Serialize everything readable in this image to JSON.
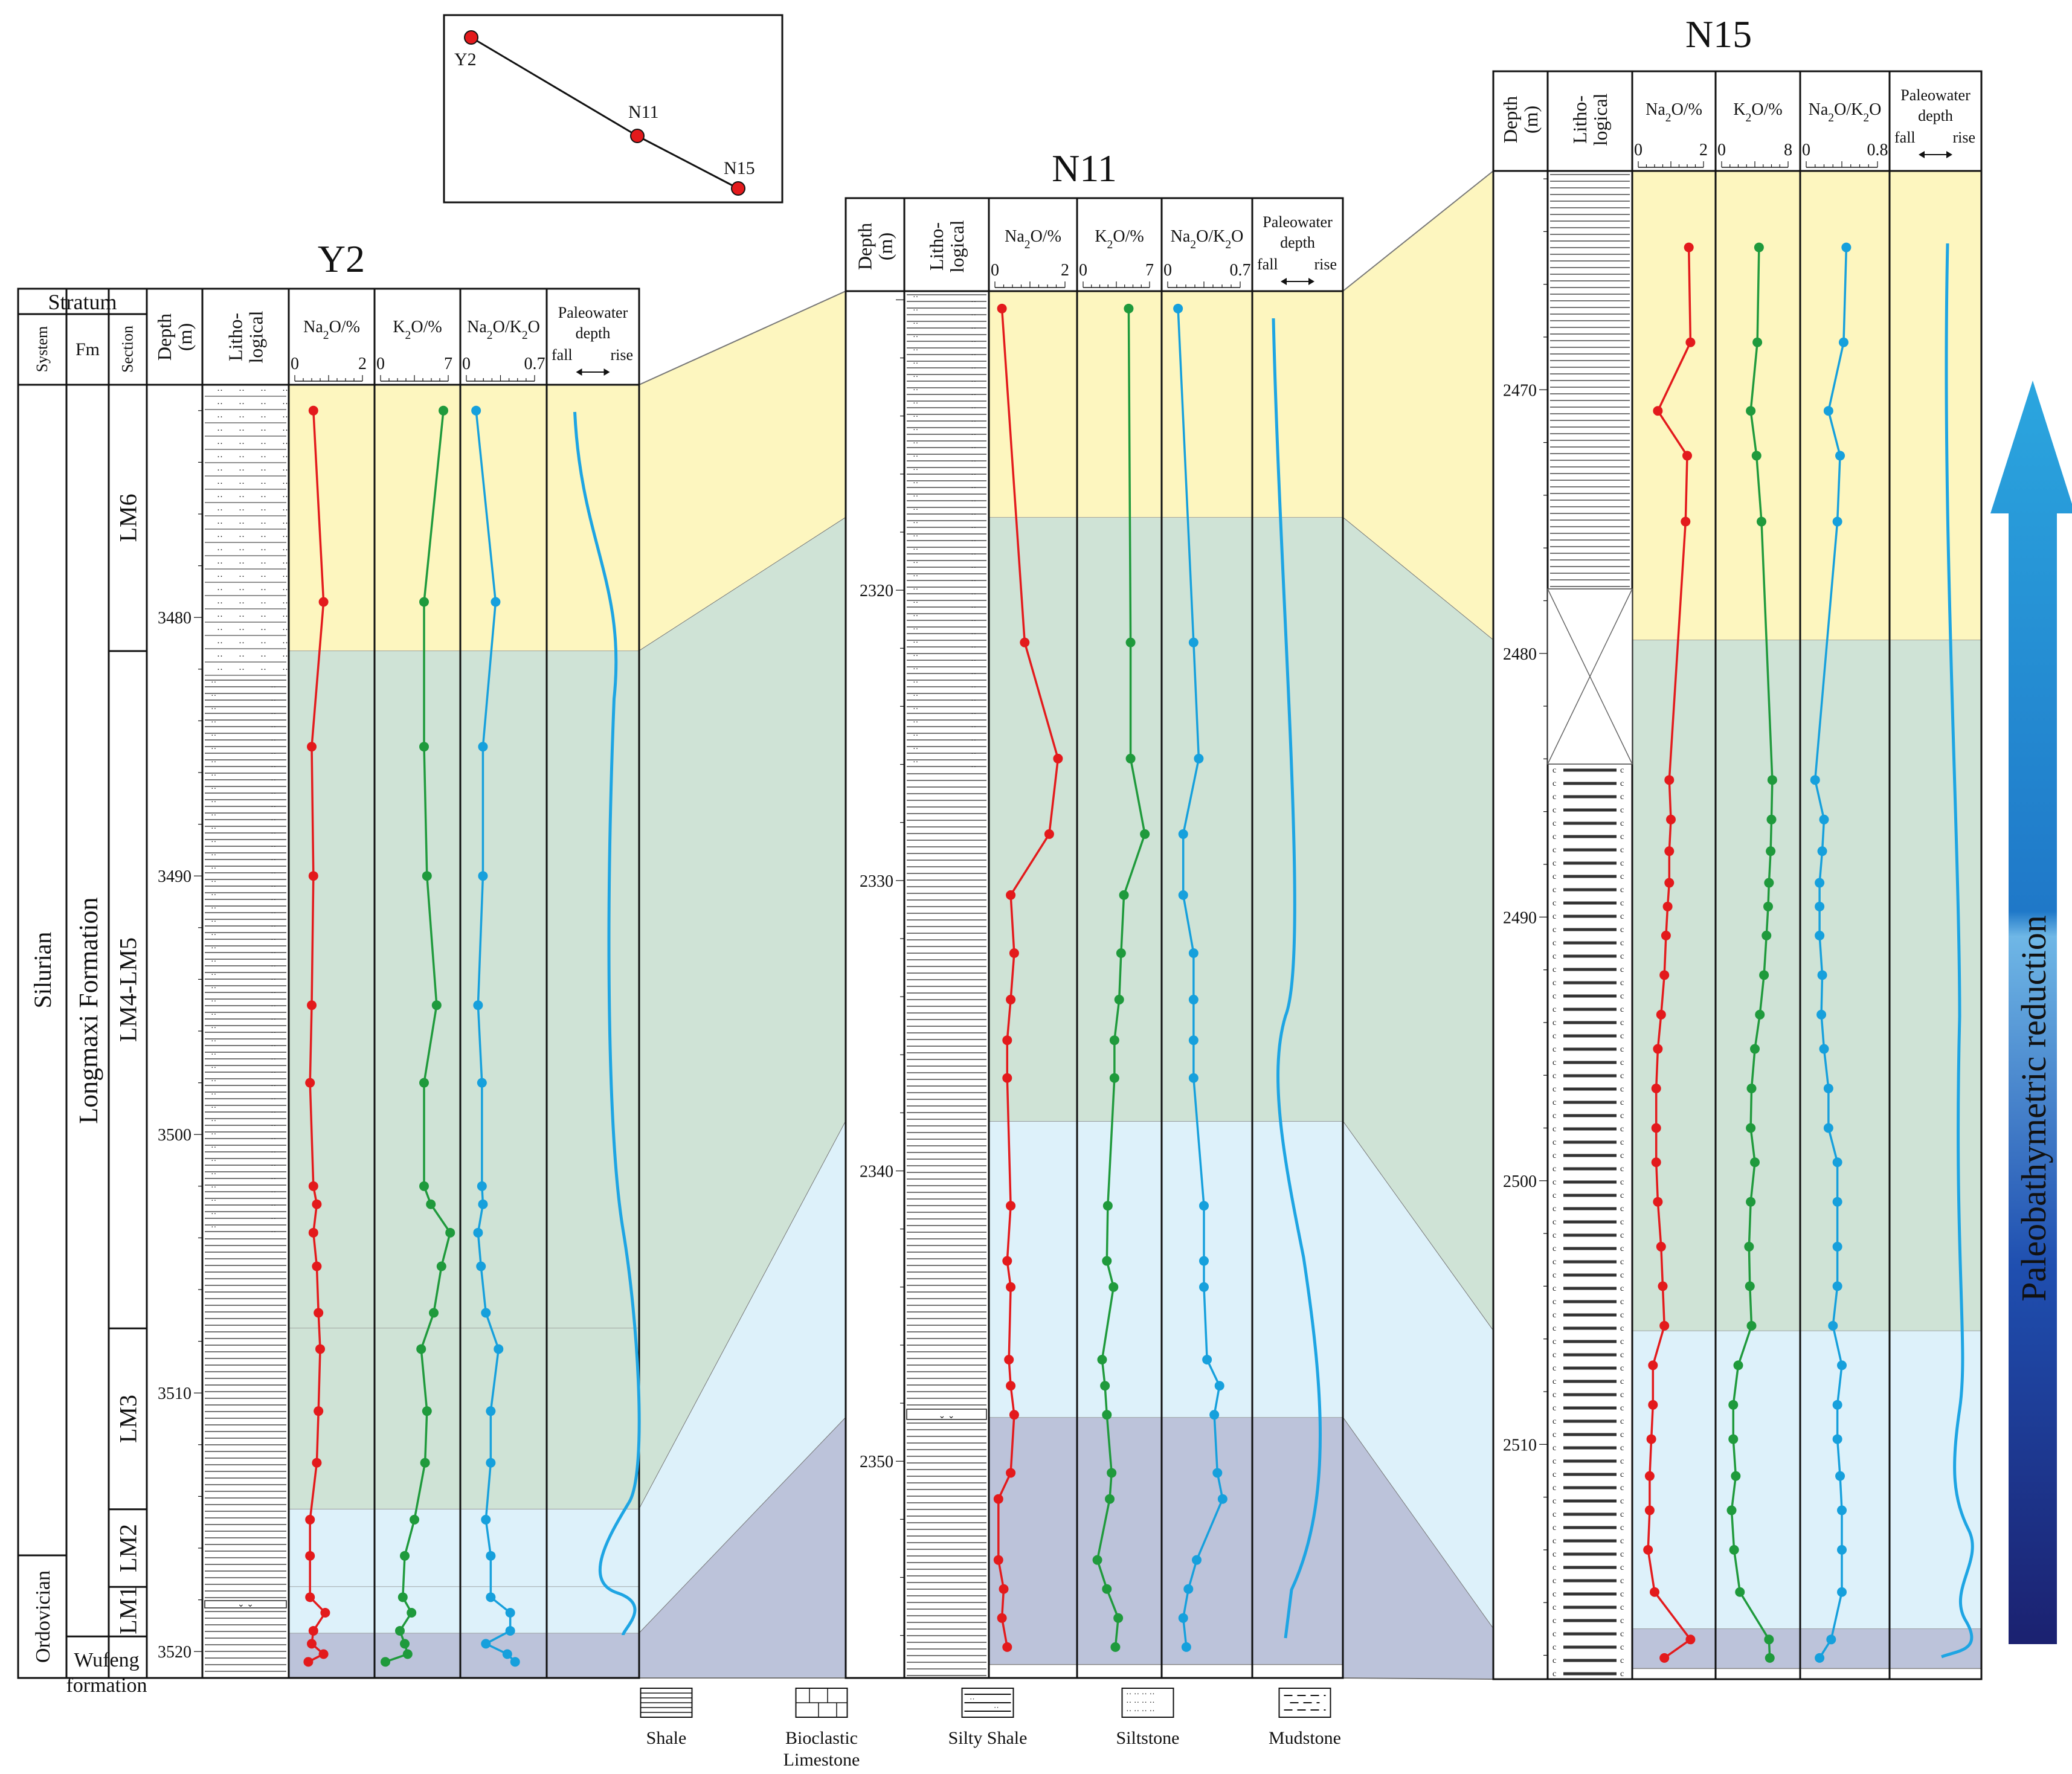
{
  "page": {
    "background": "#ffffff",
    "colors": {
      "na2o": "#e31a1c",
      "k2o": "#1f9a3c",
      "ratio": "#16a0dc",
      "paleo": "#1ea5e3",
      "lm6_band": "#fdf6bf",
      "lm4_band": "#cfe3d6",
      "lm2_band": "#ddf1fa",
      "wufeng_band": "#bcc3da"
    }
  },
  "location_map": {
    "wells": [
      "Y2",
      "N11",
      "N15"
    ]
  },
  "headers": {
    "stratum": "Stratum",
    "system": "System",
    "fm": "Fm",
    "section": "Section",
    "depth_l1": "Depth",
    "depth_l2": "(m)",
    "litho_l1": "Litho-",
    "litho_l2": "logical",
    "na2o": "Na₂O/%",
    "k2o": "K₂O/%",
    "ratio": "Na₂O/K₂O",
    "paleo_l1": "Paleowater",
    "paleo_l2": "depth",
    "paleo_fall": "fall",
    "paleo_rise": "rise"
  },
  "stratigraphy": {
    "silurian": "Silurian",
    "ordovician": "Ordovician",
    "longmaxi": "Longmaxi Formation",
    "wufeng_l1": "Wufeng",
    "wufeng_l2": "formation",
    "sections": [
      "LM6",
      "LM4-LM5",
      "LM3",
      "LM2",
      "LM1"
    ]
  },
  "arrow_label": "Paleobathymetric reduction",
  "legend": [
    {
      "key": "shale",
      "label": "Shale"
    },
    {
      "key": "bioclastic",
      "label": "Bioclastic",
      "label2": "Limestone"
    },
    {
      "key": "silty",
      "label": "Silty Shale"
    },
    {
      "key": "siltstone",
      "label": "Siltstone"
    },
    {
      "key": "mudstone",
      "label": "Mudstone"
    }
  ],
  "chart_data": [
    {
      "type": "line",
      "well": "Y2",
      "depth_range_m": [
        3471,
        3521
      ],
      "depth_ticks": [
        3480,
        3490,
        3500,
        3510,
        3520
      ],
      "scales": {
        "na2o": [
          0,
          2
        ],
        "k2o": [
          0,
          7
        ],
        "ratio": [
          0,
          0.7
        ]
      },
      "scale_labels": {
        "na2o": [
          "0",
          "2"
        ],
        "k2o": [
          "0",
          "7"
        ],
        "ratio": [
          "0",
          "0.7"
        ]
      },
      "zones": [
        {
          "name": "LM6",
          "top": 3471,
          "base": 3481.3
        },
        {
          "name": "LM4-LM5",
          "top": 3481.3,
          "base": 3507.5
        },
        {
          "name": "LM3",
          "top": 3507.5,
          "base": 3514.5
        },
        {
          "name": "LM2",
          "top": 3514.5,
          "base": 3517.5
        },
        {
          "name": "LM1",
          "top": 3517.5,
          "base": 3519.3
        },
        {
          "name": "Wufeng",
          "top": 3519.3,
          "base": 3521
        }
      ],
      "series": [
        {
          "name": "Na2O",
          "depth": [
            3472,
            3479.4,
            3485,
            3490,
            3495,
            3498,
            3502,
            3502.7,
            3503.8,
            3505.1,
            3506.9,
            3508.3,
            3510.7,
            3512.7,
            3514.9,
            3516.3,
            3517.9,
            3518.5,
            3519.2,
            3519.7,
            3520.1,
            3520.4
          ],
          "values": [
            0.55,
            0.85,
            0.5,
            0.55,
            0.5,
            0.45,
            0.55,
            0.65,
            0.55,
            0.65,
            0.7,
            0.75,
            0.7,
            0.65,
            0.45,
            0.45,
            0.45,
            0.9,
            0.55,
            0.5,
            0.85,
            0.4
          ]
        },
        {
          "name": "K2O",
          "depth": [
            3472,
            3479.4,
            3485,
            3490,
            3495,
            3498,
            3502,
            3502.7,
            3503.8,
            3505.1,
            3506.9,
            3508.3,
            3510.7,
            3512.7,
            3514.9,
            3516.3,
            3517.9,
            3518.5,
            3519.2,
            3519.7,
            3520.1,
            3520.4
          ],
          "values": [
            6.5,
            4.5,
            4.5,
            4.8,
            5.8,
            4.5,
            4.5,
            5.2,
            7.2,
            6.3,
            5.5,
            4.2,
            4.8,
            4.6,
            3.5,
            2.5,
            2.3,
            3.2,
            2.0,
            2.5,
            2.8,
            0.5
          ]
        },
        {
          "name": "Na2O/K2O",
          "depth": [
            3472,
            3479.4,
            3485,
            3490,
            3495,
            3498,
            3502,
            3502.7,
            3503.8,
            3505.1,
            3506.9,
            3508.3,
            3510.7,
            3512.7,
            3514.9,
            3516.3,
            3517.9,
            3518.5,
            3519.2,
            3519.7,
            3520.1,
            3520.4
          ],
          "values": [
            0.1,
            0.3,
            0.17,
            0.17,
            0.12,
            0.16,
            0.16,
            0.17,
            0.12,
            0.15,
            0.2,
            0.33,
            0.25,
            0.25,
            0.2,
            0.25,
            0.25,
            0.45,
            0.45,
            0.2,
            0.42,
            0.5
          ]
        }
      ]
    },
    {
      "type": "line",
      "well": "N11",
      "depth_range_m": [
        2309.7,
        2357
      ],
      "depth_ticks": [
        2320,
        2330,
        2340,
        2350
      ],
      "scales": {
        "na2o": [
          0,
          2
        ],
        "k2o": [
          0,
          7
        ],
        "ratio": [
          0,
          0.7
        ]
      },
      "scale_labels": {
        "na2o": [
          "0",
          "2"
        ],
        "k2o": [
          "0",
          "7"
        ],
        "ratio": [
          "0",
          "0.7"
        ]
      },
      "zones": [
        {
          "name": "LM6",
          "top": 2309.7,
          "base": 2317.5
        },
        {
          "name": "LM4-LM5",
          "top": 2317.5,
          "base": 2338.3
        },
        {
          "name": "LM2",
          "top": 2338.3,
          "base": 2348.5
        },
        {
          "name": "Wufeng",
          "top": 2348.5,
          "base": 2357
        }
      ],
      "series": [
        {
          "name": "Na2O",
          "depth": [
            2310.3,
            2321.8,
            2325.8,
            2328.4,
            2330.5,
            2332.5,
            2334.1,
            2335.5,
            2336.8,
            2341.2,
            2343.1,
            2344,
            2346.5,
            2347.4,
            2348.4,
            2350.4,
            2351.3,
            2353.4,
            2354.4,
            2355.4,
            2356.4
          ],
          "values": [
            0.2,
            0.85,
            1.8,
            1.55,
            0.45,
            0.55,
            0.45,
            0.35,
            0.35,
            0.45,
            0.35,
            0.45,
            0.4,
            0.45,
            0.55,
            0.45,
            0.1,
            0.1,
            0.25,
            0.2,
            0.35
          ]
        },
        {
          "name": "K2O",
          "depth": [
            2310.3,
            2321.8,
            2325.8,
            2328.4,
            2330.5,
            2332.5,
            2334.1,
            2335.5,
            2336.8,
            2341.2,
            2343.1,
            2344,
            2346.5,
            2347.4,
            2348.4,
            2350.4,
            2351.3,
            2353.4,
            2354.4,
            2355.4,
            2356.4
          ],
          "values": [
            4.8,
            5.0,
            5.0,
            6.5,
            4.3,
            4.0,
            3.8,
            3.3,
            3.3,
            2.6,
            2.5,
            3.2,
            2.0,
            2.3,
            2.5,
            3.0,
            2.8,
            1.5,
            2.5,
            3.7,
            3.4
          ]
        },
        {
          "name": "Na2O/K2O",
          "depth": [
            2310.3,
            2321.8,
            2325.8,
            2328.4,
            2330.5,
            2332.5,
            2334.1,
            2335.5,
            2336.8,
            2341.2,
            2343.1,
            2344,
            2346.5,
            2347.4,
            2348.4,
            2350.4,
            2351.3,
            2353.4,
            2354.4,
            2355.4,
            2356.4
          ],
          "values": [
            0.1,
            0.25,
            0.3,
            0.15,
            0.15,
            0.25,
            0.25,
            0.25,
            0.25,
            0.35,
            0.35,
            0.35,
            0.38,
            0.5,
            0.45,
            0.48,
            0.53,
            0.28,
            0.2,
            0.15,
            0.18
          ]
        }
      ]
    },
    {
      "type": "line",
      "well": "N15",
      "depth_range_m": [
        2461.7,
        2518.5
      ],
      "depth_ticks": [
        2470,
        2480,
        2490,
        2500,
        2510
      ],
      "scales": {
        "na2o": [
          0,
          2
        ],
        "k2o": [
          0,
          8
        ],
        "ratio": [
          0,
          0.8
        ]
      },
      "scale_labels": {
        "na2o": [
          "0",
          "2"
        ],
        "k2o": [
          "0",
          "8"
        ],
        "ratio": [
          "0",
          "0.8"
        ]
      },
      "zones": [
        {
          "name": "LM6",
          "top": 2461.7,
          "base": 2479.5
        },
        {
          "name": "LM4-LM5",
          "top": 2479.5,
          "base": 2505.7
        },
        {
          "name": "LM2",
          "top": 2505.7,
          "base": 2517
        },
        {
          "name": "Wufeng",
          "top": 2517,
          "base": 2518.5
        }
      ],
      "series": [
        {
          "name": "Na2O",
          "depth": [
            2464.6,
            2468.2,
            2470.8,
            2472.5,
            2475,
            2484.8,
            2486.3,
            2487.5,
            2488.7,
            2489.6,
            2490.7,
            2492.2,
            2493.7,
            2495,
            2496.5,
            2498,
            2499.3,
            2500.8,
            2502.5,
            2504,
            2505.5,
            2507,
            2508.5,
            2509.8,
            2511.2,
            2512.5,
            2514,
            2515.6,
            2517.4,
            2518.1
          ],
          "values": [
            1.55,
            1.6,
            0.6,
            1.5,
            1.45,
            0.95,
            1.0,
            0.95,
            0.95,
            0.9,
            0.85,
            0.8,
            0.7,
            0.6,
            0.55,
            0.55,
            0.55,
            0.6,
            0.7,
            0.75,
            0.8,
            0.45,
            0.45,
            0.4,
            0.35,
            0.35,
            0.3,
            0.5,
            1.6,
            0.8
          ]
        },
        {
          "name": "K2O",
          "depth": [
            2464.6,
            2468.2,
            2470.8,
            2472.5,
            2475,
            2484.8,
            2486.3,
            2487.5,
            2488.7,
            2489.6,
            2490.7,
            2492.2,
            2493.7,
            2495,
            2496.5,
            2498,
            2499.3,
            2500.8,
            2502.5,
            2504,
            2505.5,
            2507,
            2508.5,
            2509.8,
            2511.2,
            2512.5,
            2514,
            2515.6,
            2517.4,
            2518.1
          ],
          "values": [
            4.5,
            4.3,
            3.5,
            4.2,
            4.8,
            6.1,
            6.0,
            5.9,
            5.7,
            5.6,
            5.4,
            5.1,
            4.6,
            4.0,
            3.6,
            3.5,
            4.0,
            3.5,
            3.3,
            3.4,
            3.6,
            2.0,
            1.4,
            1.4,
            1.7,
            1.2,
            1.5,
            2.2,
            5.7,
            5.8
          ]
        },
        {
          "name": "Na2O/K2O",
          "depth": [
            2464.6,
            2468.2,
            2470.8,
            2472.5,
            2475,
            2484.8,
            2486.3,
            2487.5,
            2488.7,
            2489.6,
            2490.7,
            2492.2,
            2493.7,
            2495,
            2496.5,
            2498,
            2499.3,
            2500.8,
            2502.5,
            2504,
            2505.5,
            2507,
            2508.5,
            2509.8,
            2511.2,
            2512.5,
            2514,
            2515.6,
            2517.4,
            2518.1
          ],
          "values": [
            0.45,
            0.42,
            0.25,
            0.38,
            0.35,
            0.1,
            0.2,
            0.18,
            0.15,
            0.15,
            0.15,
            0.18,
            0.17,
            0.2,
            0.25,
            0.25,
            0.35,
            0.35,
            0.35,
            0.35,
            0.3,
            0.4,
            0.35,
            0.35,
            0.38,
            0.4,
            0.4,
            0.4,
            0.28,
            0.15
          ]
        }
      ]
    }
  ]
}
